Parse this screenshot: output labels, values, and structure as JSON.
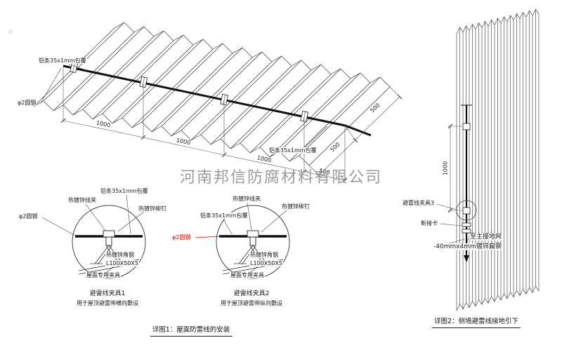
{
  "colors": {
    "line": "#333333",
    "wire": "#111111",
    "accent_red": "#cc0000",
    "watermark_gray": "#9b9b9b",
    "logo_green": "#2f9e63"
  },
  "watermark": {
    "company": "河南邦信防腐材料有限公司"
  },
  "roof_view": {
    "label_alu_top": "铝条35x1mm包覆",
    "label_round_steel": "φ2圆钢",
    "label_alu_bottom": "铝条35x1mm包覆",
    "dim_1000": "1000",
    "dim_500": "500"
  },
  "detail1": {
    "label_clip": "热镀锌线夹",
    "label_alu": "铝条35x1mm包覆",
    "label_rivet": "热镀锌柳钉",
    "label_round_steel": "φ2圆钢",
    "label_angle": "热镀锌角钢",
    "label_angle_spec": "L100X50X5",
    "label_roof_clamp": "屋面专用夹具",
    "title": "避雷线夹具1",
    "subtitle": "用于屋顶避雷带横向敷设"
  },
  "detail2": {
    "label_clip": "热镀锌线夹",
    "label_alu": "铝条35x1mm包覆",
    "label_rivet": "热镀锌柳钉",
    "label_round_steel": "φ2圆钢",
    "label_angle": "热镀锌角钢",
    "label_angle_spec": "L100X50X5",
    "label_roof_clamp": "屋面专用夹具",
    "title": "避雷线夹具2",
    "subtitle": "用于屋顶避雷带纵向敷设"
  },
  "wall_view": {
    "label_clamp": "避雷线夹具3",
    "label_disconnect": "断接卡",
    "label_to_ground": "至主接地网",
    "label_flat_steel": "-40mmx4mm镀锌扁钢",
    "dim_1000": "1000"
  },
  "captions": {
    "fig1": "详图1：屋面防雷线的安装",
    "fig2": "详图2：侧墙避雷线接地引下"
  }
}
